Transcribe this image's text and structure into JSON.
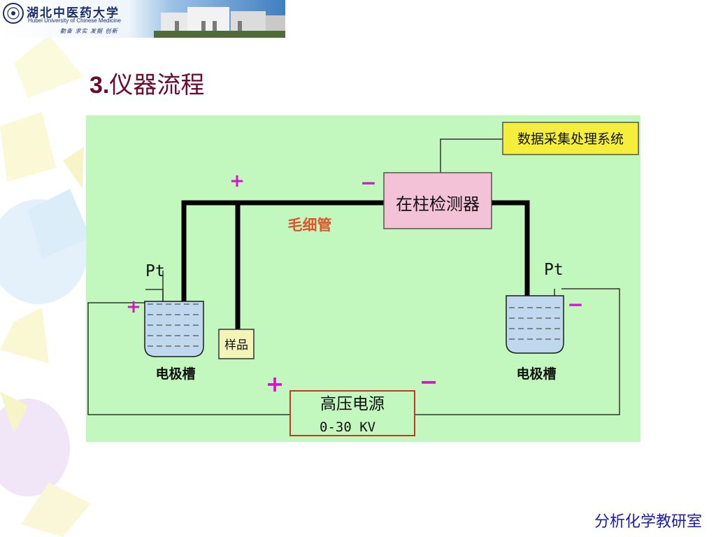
{
  "header": {
    "university_name": "湖北中医药大学",
    "university_name_en": "Hubei University of Chinese Medicine",
    "motto": "勤奋 求实 发掘 创新"
  },
  "slide": {
    "title_number": "3.",
    "title_text": "仪器流程"
  },
  "diagram": {
    "data_system_label": "数据采集处理系统",
    "detector_label": "在柱检测器",
    "capillary_label": "毛细管",
    "sample_label": "样品",
    "left_electrode_label": "Pt",
    "right_electrode_label": "Pt",
    "left_reservoir_label": "电极槽",
    "right_reservoir_label": "电极槽",
    "power_supply_label": "高压电源",
    "power_supply_range": "0-30 KV",
    "plus_sign": "+",
    "minus_sign": "−",
    "colors": {
      "background": "#c2f7be",
      "capillary": "#000000",
      "detector_fill": "#f4c2d6",
      "data_system_fill": "#f5ee3c",
      "sample_fill": "#f2f4b8",
      "reservoir_fill": "#bfd8ee",
      "power_border": "#c0392b",
      "sign_color": "#d018c8",
      "capillary_label_color": "#e0522a"
    }
  },
  "footer": {
    "department": "分析化学教研室"
  }
}
